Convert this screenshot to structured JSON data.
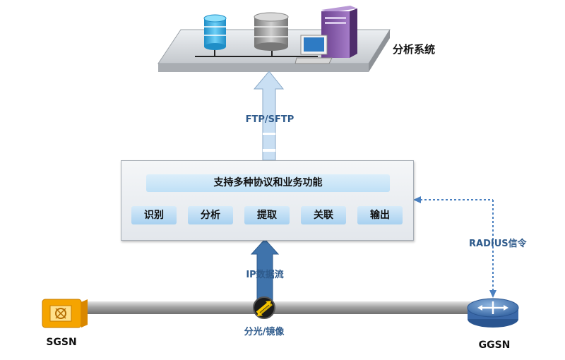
{
  "analysis_system": {
    "label": "分析系统"
  },
  "ftp": {
    "label": "FTP/SFTP"
  },
  "probe_box": {
    "title": "支持多种协议和业务功能",
    "functions": [
      "识别",
      "分析",
      "提取",
      "关联",
      "输出"
    ]
  },
  "ip_flow": {
    "label": "IP数据流"
  },
  "radius": {
    "label": "RADIUS信令"
  },
  "splitter": {
    "label": "分光/镜像"
  },
  "sgsn": {
    "label": "SGSN"
  },
  "ggsn": {
    "label": "GGSN"
  },
  "colors": {
    "arrow_light": "#c9dff3",
    "arrow_dark": "#3f73ab",
    "function_fill": "#b9dcf4",
    "label_blue": "#2f5b8c",
    "dashed_line": "#4a80c0"
  }
}
